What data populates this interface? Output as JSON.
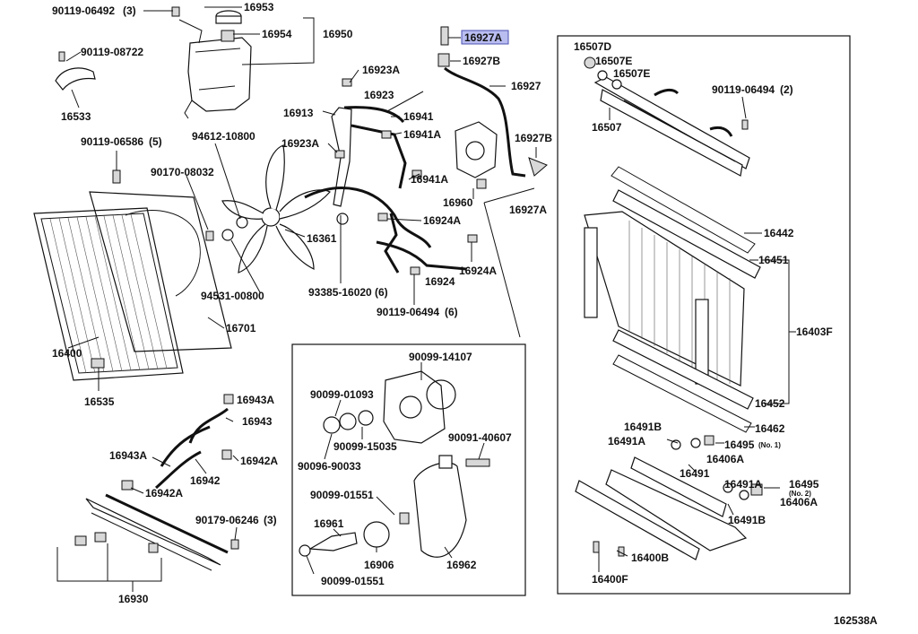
{
  "diagram_id": "162538A",
  "callouts": {
    "c90119_06492": "90119-06492",
    "c90119_06492_qty": "(3)",
    "c16953": "16953",
    "c16954": "16954",
    "c16950": "16950",
    "c90119_08722": "90119-08722",
    "c16533": "16533",
    "c90119_06586": "90119-06586",
    "c90119_06586_qty": "(5)",
    "c94612_10800": "94612-10800",
    "c90170_08032": "90170-08032",
    "c16400": "16400",
    "c16535": "16535",
    "c94531_00800": "94531-00800",
    "c16701": "16701",
    "c16923A_1": "16923A",
    "c16923": "16923",
    "c16913": "16913",
    "c16941": "16941",
    "c16941A_1": "16941A",
    "c16923A_2": "16923A",
    "c16941A_2": "16941A",
    "c16361": "16361",
    "c16924A_1": "16924A",
    "c16924A_2": "16924A",
    "c16924": "16924",
    "c93385_16020": "93385-16020",
    "c93385_16020_qty": "(6)",
    "c90119_06494_6": "90119-06494",
    "c90119_06494_6_qty": "(6)",
    "c16927A_sel": "16927A",
    "c16927B_1": "16927B",
    "c16927": "16927",
    "c16927B_2": "16927B",
    "c16960": "16960",
    "c16927A_2": "16927A",
    "c16507D": "16507D",
    "c16507E_1": "16507E",
    "c16507E_2": "16507E",
    "c16507": "16507",
    "c90119_06494_2": "90119-06494",
    "c90119_06494_2_qty": "(2)",
    "c16442": "16442",
    "c16451": "16451",
    "c16403F": "16403F",
    "c16452": "16452",
    "c16462": "16462",
    "c16491B_1": "16491B",
    "c16491A_1": "16491A",
    "c16495_1": "16495",
    "c16495_1_note": "(No. 1)",
    "c16406A_1": "16406A",
    "c16491": "16491",
    "c16491A_2": "16491A",
    "c16495_2": "16495",
    "c16495_2_note": "(No. 2)",
    "c16406A_2": "16406A",
    "c16491B_2": "16491B",
    "c16400B": "16400B",
    "c16400F": "16400F",
    "c90099_14107": "90099-14107",
    "c90099_01093": "90099-01093",
    "c90099_15035": "90099-15035",
    "c90096_90033": "90096-90033",
    "c90091_40607": "90091-40607",
    "c90099_01551_1": "90099-01551",
    "c16961": "16961",
    "c16906": "16906",
    "c16962": "16962",
    "c90099_01551_2": "90099-01551",
    "c16943A_1": "16943A",
    "c16943": "16943",
    "c16943A_2": "16943A",
    "c16942A_1": "16942A",
    "c16942": "16942",
    "c16942A_2": "16942A",
    "c90179_06246": "90179-06246",
    "c90179_06246_qty": "(3)",
    "c16930": "16930"
  }
}
